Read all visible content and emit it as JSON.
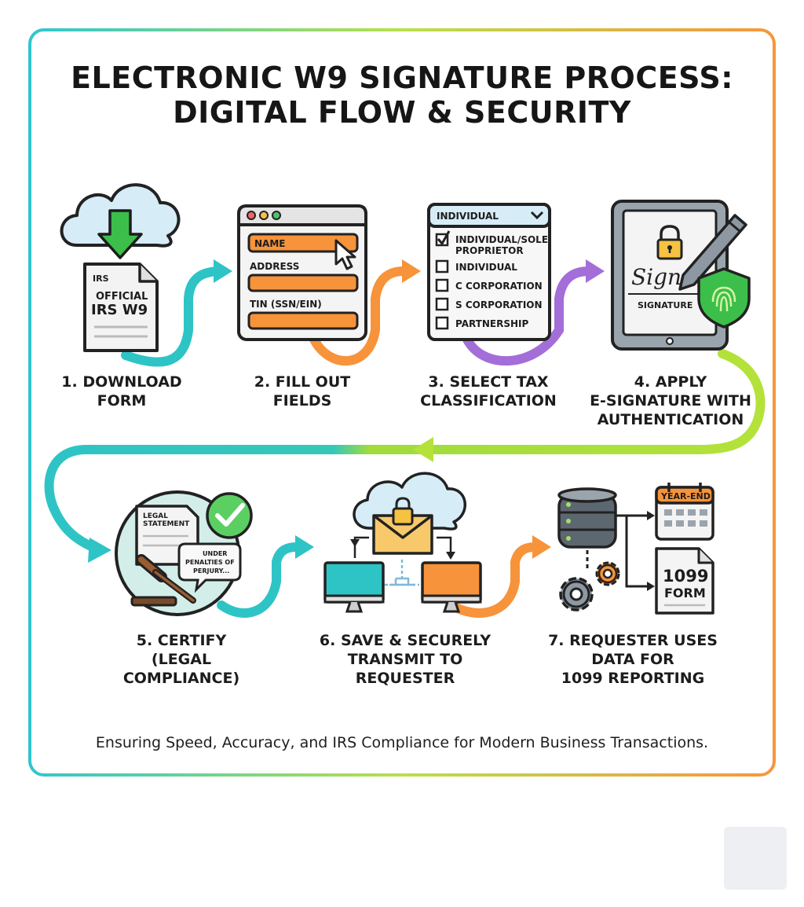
{
  "title": {
    "line1": "ELECTRONIC W9 SIGNATURE PROCESS:",
    "line2": "DIGITAL FLOW & SECURITY"
  },
  "steps": [
    {
      "line1": "1. DOWNLOAD",
      "line2": "FORM"
    },
    {
      "line1": "2. FILL OUT",
      "line2": "FIELDS"
    },
    {
      "line1": "3. SELECT TAX",
      "line2": "CLASSIFICATION"
    },
    {
      "line1": "4. APPLY",
      "line2": "E-SIGNATURE WITH",
      "line3": "AUTHENTICATION"
    },
    {
      "line1": "5. CERTIFY",
      "line2": "(LEGAL",
      "line3": "COMPLIANCE)"
    },
    {
      "line1": "6. SAVE & SECURELY",
      "line2": "TRANSMIT TO",
      "line3": "REQUESTER"
    },
    {
      "line1": "7. REQUESTER USES",
      "line2": "DATA FOR",
      "line3": "1099 REPORTING"
    }
  ],
  "doc_icon": {
    "seal": "IRS",
    "line1": "OFFICIAL",
    "line2": "IRS W9"
  },
  "form_fields": {
    "name": "NAME",
    "address": "ADDRESS",
    "tin": "TIN (SSN/EIN)"
  },
  "tax_dropdown": {
    "selected": "INDIVIDUAL",
    "options": [
      {
        "line1": "INDIVIDUAL/SOLE",
        "line2": "PROPRIETOR",
        "checked": true
      },
      {
        "line1": "INDIVIDUAL",
        "checked": false
      },
      {
        "line1": "C CORPORATION",
        "checked": false
      },
      {
        "line1": "S CORPORATION",
        "checked": false
      },
      {
        "line1": "PARTNERSHIP",
        "checked": false
      }
    ]
  },
  "tablet": {
    "script": "Sign",
    "label": "SIGNATURE"
  },
  "certify": {
    "statement_l1": "LEGAL",
    "statement_l2": "STATEMENT",
    "bubble_l1": "UNDER",
    "bubble_l2": "PENALTIES OF",
    "bubble_l3": "PERJURY..."
  },
  "report": {
    "calendar_label": "YEAR-END",
    "form_l1": "1099",
    "form_l2": "FORM"
  },
  "footer": "Ensuring Speed, Accuracy, and IRS Compliance for Modern Business Transactions.",
  "colors": {
    "teal": "#2ec4c6",
    "orange": "#f7933a",
    "purple": "#a46ed8",
    "lime": "#b4e23a",
    "green": "#3bbf4a",
    "blue": "#d6ecf6"
  }
}
